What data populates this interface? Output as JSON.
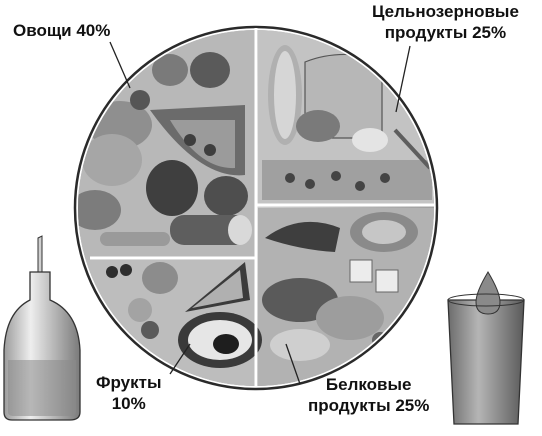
{
  "sections": {
    "vegetables": {
      "label": "Овощи 40%"
    },
    "whole_grains": {
      "line1": "Цельнозерновые",
      "line2": "продукты 25%"
    },
    "fruits": {
      "line1": "Фрукты",
      "line2": "10%"
    },
    "proteins": {
      "line1": "Белковые",
      "line2": "продукты 25%"
    }
  },
  "colors": {
    "plate_rim": "#2a2a2a",
    "plate_fill": "#cfcfcf",
    "dark_food": "#4a4a4a",
    "mid_food": "#8c8c8c",
    "light_food": "#e2e2e2",
    "leader_line": "#222222"
  },
  "icons": [
    "oil-bottle-icon",
    "water-glass-icon"
  ]
}
